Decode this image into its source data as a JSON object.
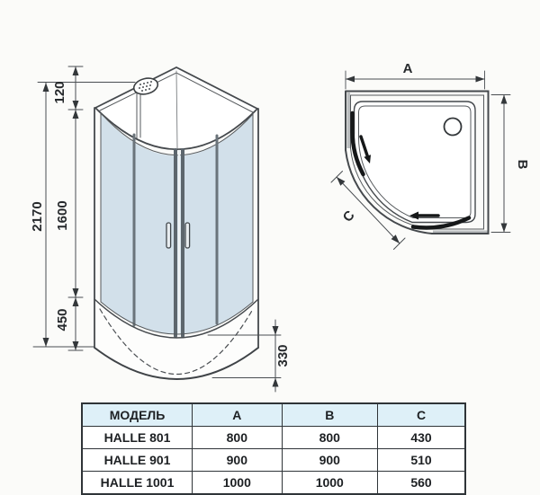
{
  "drawing": {
    "title": "shower-cabin-technical-drawing",
    "front_view": {
      "dim_total_height": "2170",
      "dim_roof": "120",
      "dim_glass": "1600",
      "dim_tray_side": "450",
      "dim_tray_front": "330"
    },
    "top_view": {
      "dim_width_label": "A",
      "dim_depth_label": "B",
      "dim_front_label": "C"
    },
    "colors": {
      "glass": "#d2e0ea",
      "line": "#4a4e52",
      "accent_dark": "#161819",
      "table_header_bg": "#def0f8"
    }
  },
  "table": {
    "headers": [
      "МОДЕЛЬ",
      "A",
      "B",
      "C"
    ],
    "rows": [
      [
        "HALLE 801",
        "800",
        "800",
        "430"
      ],
      [
        "HALLE 901",
        "900",
        "900",
        "510"
      ],
      [
        "HALLE 1001",
        "1000",
        "1000",
        "560"
      ]
    ]
  }
}
